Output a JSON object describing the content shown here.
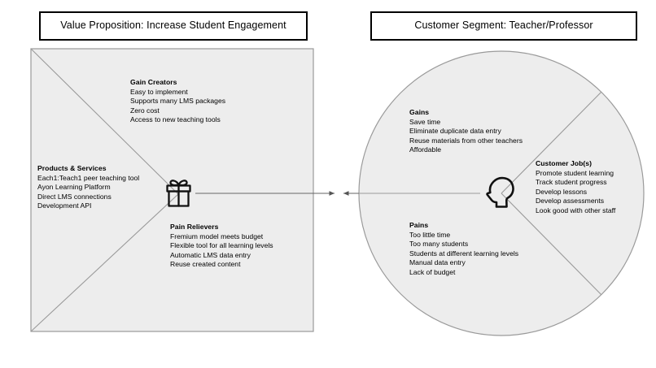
{
  "diagram": {
    "type": "value-proposition-canvas",
    "colors": {
      "shape_fill": "#ededed",
      "shape_stroke": "#999999",
      "header_border": "#000000",
      "text": "#000000",
      "icon_stroke": "#000000",
      "connector": "#666666",
      "background": "#ffffff"
    }
  },
  "headers": {
    "value_proposition": "Value Proposition: Increase Student Engagement",
    "customer_segment": "Customer Segment: Teacher/Professor"
  },
  "value_proposition_square": {
    "gain_creators": {
      "title": "Gain Creators",
      "items": [
        "Easy to implement",
        "Supports many LMS packages",
        "Zero cost",
        "Access to new teaching tools"
      ]
    },
    "products_services": {
      "title": "Products & Services",
      "items": [
        "Each1:Teach1 peer teaching tool",
        "Ayon Learning Platform",
        "Direct LMS connections",
        "Development API"
      ]
    },
    "pain_relievers": {
      "title": "Pain Relievers",
      "items": [
        "Fremium model meets budget",
        "Flexible tool for all learning levels",
        "Automatic LMS data entry",
        "Reuse created content"
      ]
    },
    "center_icon": "gift-icon"
  },
  "customer_segment_circle": {
    "gains": {
      "title": "Gains",
      "items": [
        "Save time",
        "Eliminate duplicate data entry",
        "Reuse materials from other teachers",
        "Affordable"
      ]
    },
    "customer_jobs": {
      "title": "Customer Job(s)",
      "items": [
        "Promote student learning",
        "Track student progress",
        "Develop lessons",
        "Develop assessments",
        "Look good with other staff"
      ]
    },
    "pains": {
      "title": "Pains",
      "items": [
        "Too little time",
        "Too many students",
        "Students at different learning levels",
        "Manual data entry",
        "Lack of budget"
      ]
    },
    "center_icon": "head-profile-icon"
  },
  "connector": {
    "name": "fit-connector",
    "style": "double-headed-arrow"
  }
}
